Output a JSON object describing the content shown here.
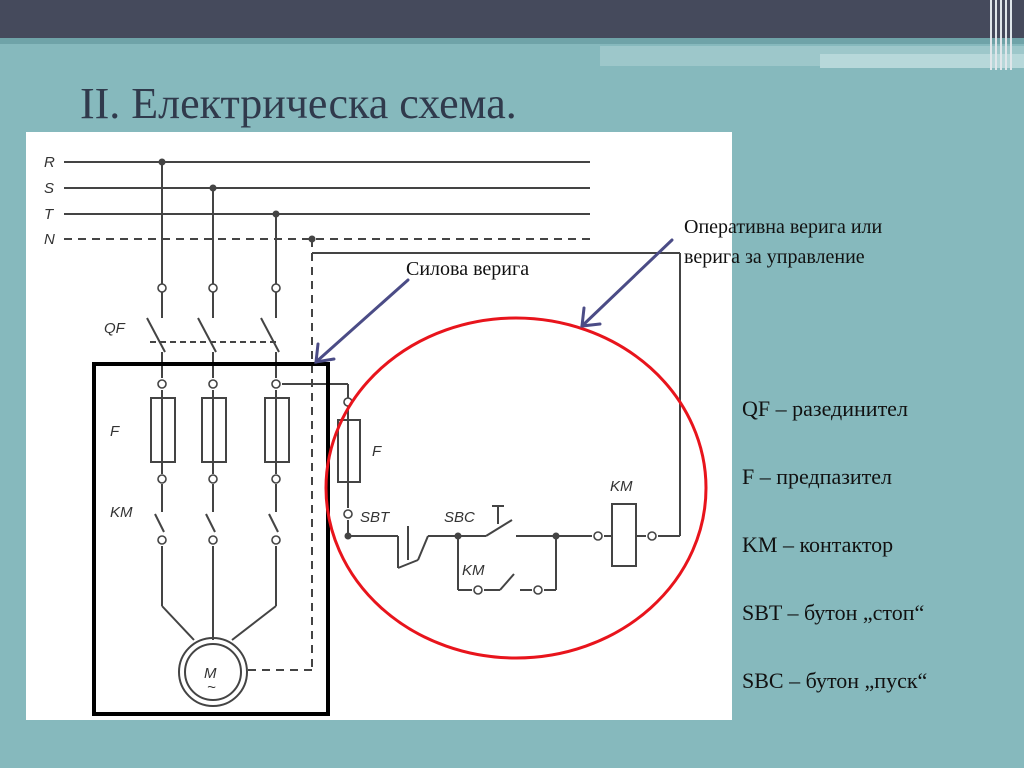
{
  "slide": {
    "title": "II. Електрическа схема."
  },
  "callouts": {
    "power_circuit": "Силова верига",
    "control_circuit_line1": "Оперативна верига или",
    "control_circuit_line2": "верига за управление"
  },
  "diagram_labels": {
    "phase_r": "R",
    "phase_s": "S",
    "phase_t": "T",
    "neutral": "N",
    "qf": "QF",
    "f_power": "F",
    "km_power": "KM",
    "motor": "M",
    "motor_tilde": "~",
    "f_control": "F",
    "sbt": "SBT",
    "sbc": "SBC",
    "km_control": "KM",
    "km_coil": "KM"
  },
  "legend": [
    "QF – разединител",
    "F – предпазител",
    "KM – контактор",
    "SBT – бутон „стоп“",
    "SBC – бутон „пуск“"
  ],
  "colors": {
    "background": "#86b9bd",
    "top_bar": "#454a5c",
    "highlight_circle": "#e8141c",
    "arrow": "#4b4c86",
    "title": "#303a4c"
  }
}
